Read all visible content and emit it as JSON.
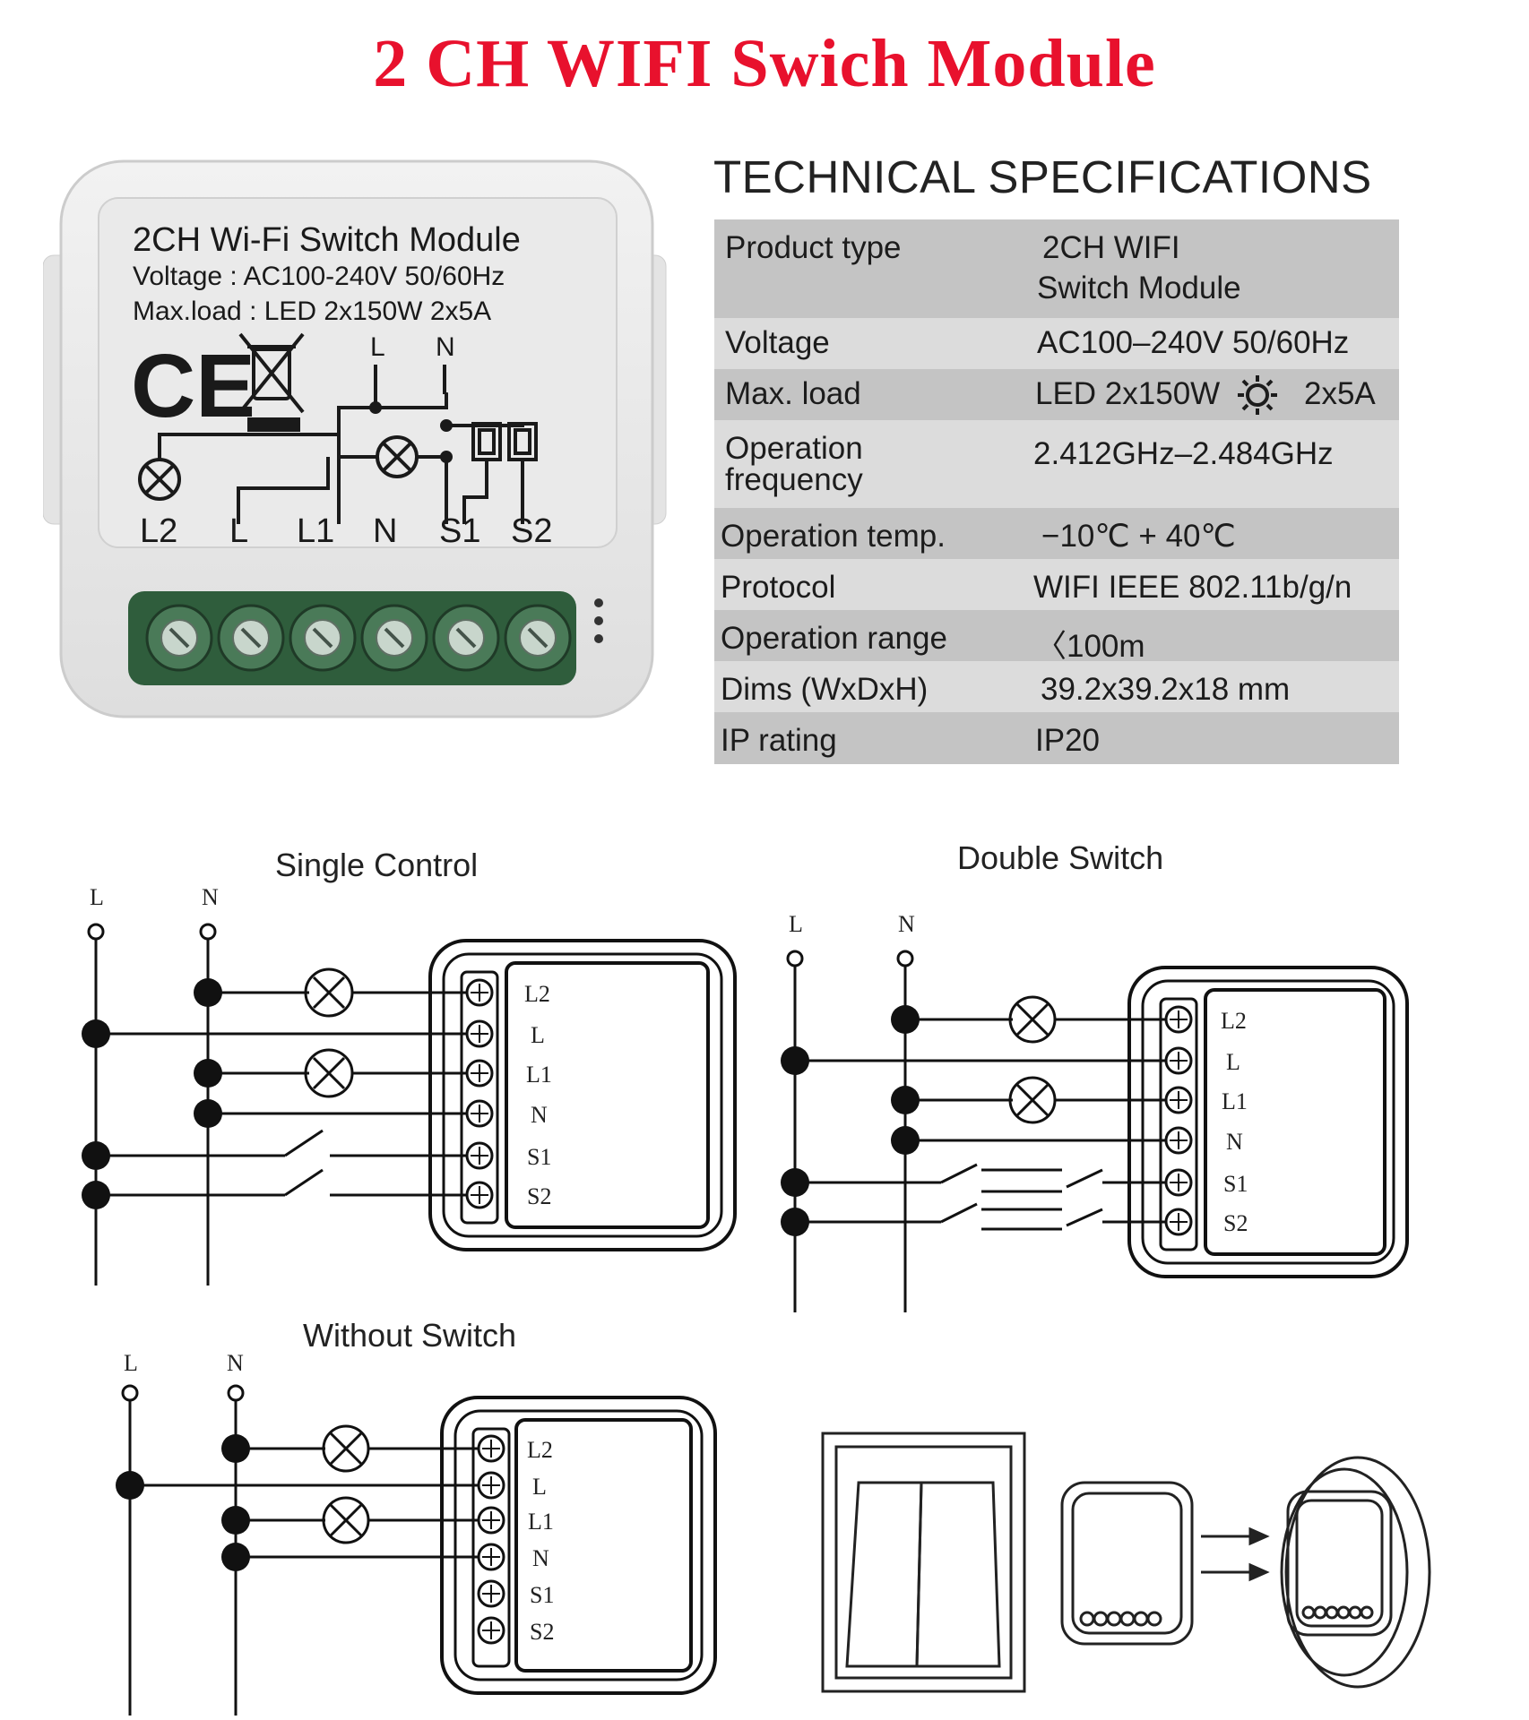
{
  "title": "2 CH WIFI Swich Module",
  "product": {
    "label_title": "2CH Wi-Fi Switch Module",
    "voltage_line": "Voltage : AC100-240V 50/60Hz",
    "maxload_line": "Max.load : LED 2x150W  2x5A",
    "ce_mark": "CE",
    "top_terminals": [
      "L",
      "N"
    ],
    "terminals": [
      "L2",
      "L",
      "L1",
      "N",
      "S1",
      "S2"
    ]
  },
  "specs": {
    "heading": "TECHNICAL SPECIFICATIONS",
    "rows": [
      {
        "label": "Product type",
        "value": "2CH WIFI",
        "value2": "Switch Module"
      },
      {
        "label": "Voltage",
        "value": "AC100–240V 50/60Hz"
      },
      {
        "label": "Max. load",
        "value": "LED 2x150W",
        "value2": "2x5A",
        "icon": "bulb-sun-icon"
      },
      {
        "label": "Operation",
        "label2": "frequency",
        "value": "2.412GHz–2.484GHz"
      },
      {
        "label": "Operation temp.",
        "value": "−10℃ + 40℃"
      },
      {
        "label": "Protocol",
        "value": "WIFI  IEEE 802.11b/g/n"
      },
      {
        "label": "Operation range",
        "value": "〈100m"
      },
      {
        "label": "Dims (WxDxH)",
        "value": "39.2x39.2x18 mm"
      },
      {
        "label": "IP rating",
        "value": "IP20"
      }
    ]
  },
  "diagrams": {
    "single_control": {
      "title": "Single Control",
      "line_labels": [
        "L",
        "N"
      ],
      "terminals": [
        "L2",
        "L",
        "L1",
        "N",
        "S1",
        "S2"
      ]
    },
    "double_switch": {
      "title": "Double Switch",
      "line_labels": [
        "L",
        "N"
      ],
      "terminals": [
        "L2",
        "L",
        "L1",
        "N",
        "S1",
        "S2"
      ]
    },
    "without_switch": {
      "title": "Without Switch",
      "line_labels": [
        "L",
        "N"
      ],
      "terminals": [
        "L2",
        "L",
        "L1",
        "N",
        "S1",
        "S2"
      ]
    }
  },
  "colors": {
    "title_red": "#e8112d",
    "table_dark": "#c4c4c4",
    "table_light": "#dcdcdc",
    "terminal_green": "#3d6b4a"
  }
}
